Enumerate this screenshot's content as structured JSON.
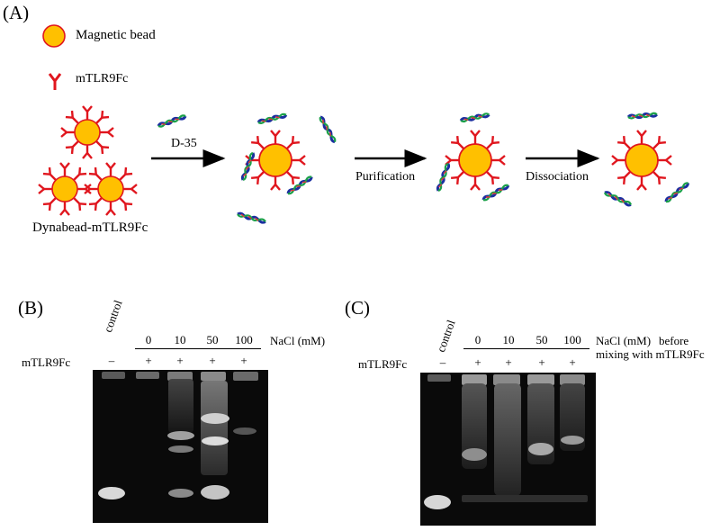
{
  "panel_a": {
    "label": "(A)",
    "legend": {
      "bead": "Magnetic bead",
      "antibody": "mTLR9Fc"
    },
    "steps": {
      "add": "D-35",
      "purify": "Purification",
      "dissociate": "Dissociation"
    },
    "complex_label": "Dynabead-mTLR9Fc",
    "colors": {
      "bead_fill": "#ffc000",
      "bead_ring": "#e0161e",
      "antibody": "#e0161e"
    }
  },
  "panel_b": {
    "label": "(B)",
    "control": "control",
    "row_label": "mTLR9Fc",
    "nacl_values": [
      "0",
      "10",
      "50",
      "100"
    ],
    "nacl_unit": "NaCl (mM)",
    "signs": [
      "–",
      "+",
      "+",
      "+",
      "+"
    ]
  },
  "panel_c": {
    "label": "(C)",
    "control": "control",
    "row_label": "mTLR9Fc",
    "nacl_values": [
      "0",
      "10",
      "50",
      "100"
    ],
    "nacl_unit": "NaCl (mM)",
    "note_line1": "before",
    "note_line2": "mixing with mTLR9Fc",
    "signs": [
      "–",
      "+",
      "+",
      "+",
      "+"
    ]
  }
}
